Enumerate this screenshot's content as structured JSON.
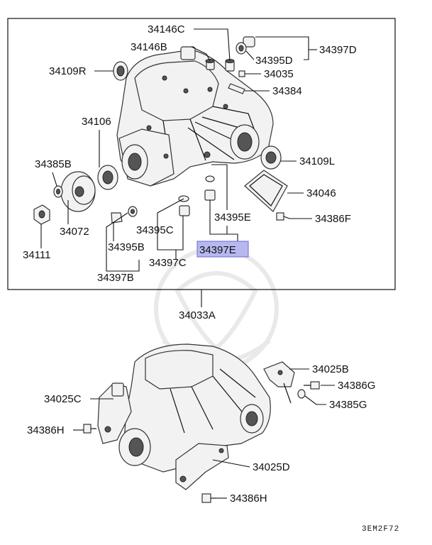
{
  "upper_group": {
    "labels": {
      "p34146C": "34146C",
      "p34146B": "34146B",
      "p34397D": "34397D",
      "p34395D": "34395D",
      "p34109R": "34109R",
      "p34035": "34035",
      "p34384": "34384",
      "p34106": "34106",
      "p34109L": "34109L",
      "p34385B": "34385B",
      "p34046": "34046",
      "p34395E": "34395E",
      "p34386F": "34386F",
      "p34395C": "34395C",
      "p34397E": "34397E",
      "p34072": "34072",
      "p34395B": "34395B",
      "p34111": "34111",
      "p34397C": "34397C",
      "p34397B": "34397B"
    },
    "highlight_color": "#b8b8f0"
  },
  "assembly": {
    "p34033A": "34033A"
  },
  "lower_group": {
    "labels": {
      "p34025B": "34025B",
      "p34386G": "34386G",
      "p34025C": "34025C",
      "p34385G": "34385G",
      "p34386H_left": "34386H",
      "p34025D": "34025D",
      "p34386H_bottom": "34386H"
    }
  },
  "diagram_code": "3EM2F72"
}
